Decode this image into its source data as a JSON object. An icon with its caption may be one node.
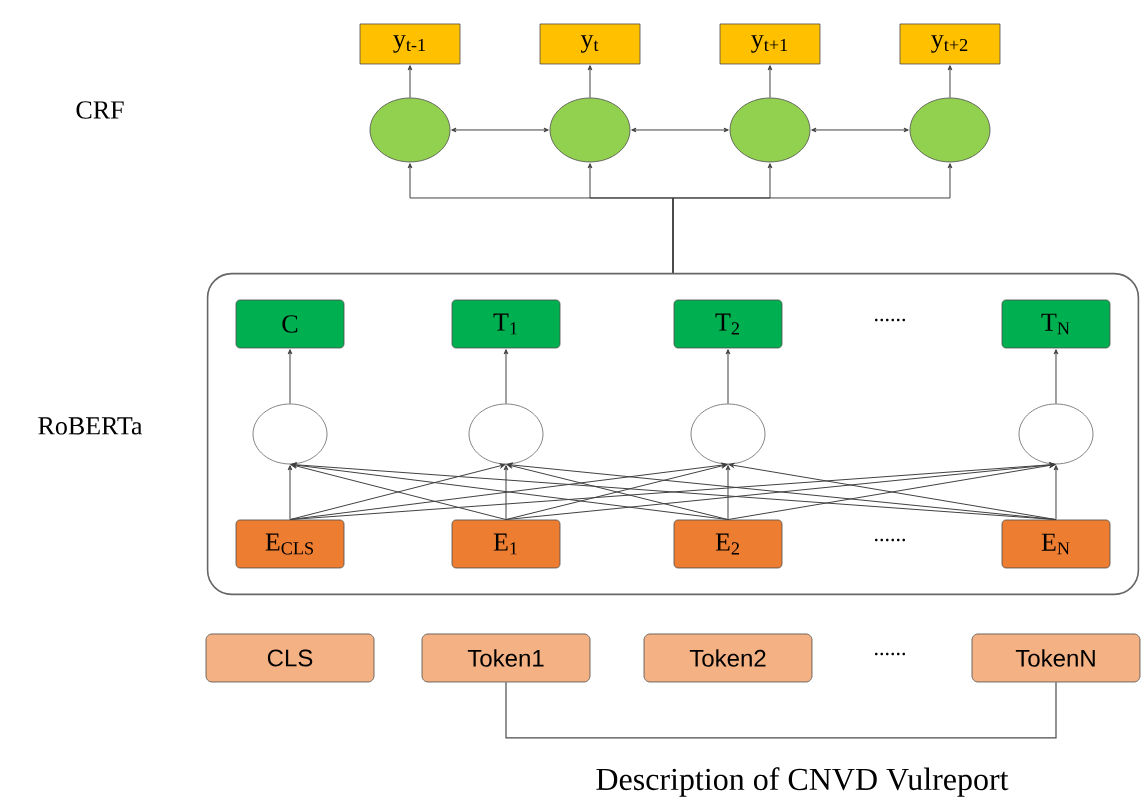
{
  "diagram": {
    "nodes": [
      {
        "text": [
          "y$_{t-1}$"
        ]
      },
      {
        "text": [
          "y$_{t}$"
        ]
      },
      {
        "text": [
          "y$_{t+1}$"
        ]
      },
      {
        "text": [
          "y$_{t+2}$"
        ]
      },
      {
        "text": [],
        "shape": "circle"
      },
      {
        "text": [],
        "shape": "circle"
      },
      {
        "text": [],
        "shape": "circle"
      },
      {
        "text": [],
        "shape": "circle"
      },
      {
        "text": [],
        "shape": "box"
      },
      {
        "text": [
          "C"
        ],
        "in": 8
      },
      {
        "text": [
          "T$_{1}$"
        ],
        "in": 8
      },
      {
        "text": [
          "T$_{2}$"
        ],
        "in": 8
      },
      {
        "text": [
          "T$_{N}$"
        ],
        "in": 8
      },
      {
        "text": [],
        "shape": "circle",
        "in": 8
      },
      {
        "text": [],
        "shape": "circle",
        "in": 8
      },
      {
        "text": [],
        "shape": "circle",
        "in": 8
      },
      {
        "text": [],
        "shape": "circle",
        "in": 8
      },
      {
        "text": [
          "E$_{CLS}$"
        ],
        "in": 8
      },
      {
        "text": [
          "E$_{1}$"
        ],
        "in": 8
      },
      {
        "text": [
          "E$_{2}$"
        ],
        "in": 8
      },
      {
        "text": [
          "E$_{N}$"
        ],
        "in": 8
      },
      {
        "text": [
          "CLS"
        ]
      },
      {
        "text": [
          "Token1"
        ]
      },
      {
        "text": [
          "Token2"
        ]
      },
      {
        "text": [
          "TokenN"
        ]
      }
    ],
    "edges": [
      {
        "from": 4,
        "to": 0,
        "arrow": "to"
      },
      {
        "from": 5,
        "to": 1,
        "arrow": "to"
      },
      {
        "from": 6,
        "to": 2,
        "arrow": "to"
      },
      {
        "from": 7,
        "to": 3,
        "arrow": "to"
      },
      {
        "from": 4,
        "to": 5,
        "arrow": "both"
      },
      {
        "from": 5,
        "to": 6,
        "arrow": "both"
      },
      {
        "from": 6,
        "to": 7,
        "arrow": "both"
      },
      {
        "from": 8,
        "to": 4,
        "arrow": "to"
      },
      {
        "from": 8,
        "to": 5,
        "arrow": "to"
      },
      {
        "from": 8,
        "to": 6,
        "arrow": "to"
      },
      {
        "from": 8,
        "to": 7,
        "arrow": "to"
      },
      {
        "from": 13,
        "to": 9,
        "arrow": "to"
      },
      {
        "from": 14,
        "to": 10,
        "arrow": "to"
      },
      {
        "from": 15,
        "to": 11,
        "arrow": "to"
      },
      {
        "from": 16,
        "to": 12,
        "arrow": "to"
      },
      {
        "from": 17,
        "to": 13,
        "arrow": "to"
      },
      {
        "from": 17,
        "to": 14,
        "arrow": "to"
      },
      {
        "from": 17,
        "to": 15,
        "arrow": "to"
      },
      {
        "from": 17,
        "to": 16,
        "arrow": "to"
      },
      {
        "from": 18,
        "to": 13,
        "arrow": "to"
      },
      {
        "from": 18,
        "to": 14,
        "arrow": "to"
      },
      {
        "from": 18,
        "to": 15,
        "arrow": "to"
      },
      {
        "from": 18,
        "to": 16,
        "arrow": "to"
      },
      {
        "from": 19,
        "to": 13,
        "arrow": "to"
      },
      {
        "from": 19,
        "to": 14,
        "arrow": "to"
      },
      {
        "from": 19,
        "to": 15,
        "arrow": "to"
      },
      {
        "from": 19,
        "to": 16,
        "arrow": "to"
      },
      {
        "from": 20,
        "to": 13,
        "arrow": "to"
      },
      {
        "from": 20,
        "to": 14,
        "arrow": "to"
      },
      {
        "from": 20,
        "to": 15,
        "arrow": "to"
      },
      {
        "from": 20,
        "to": 16,
        "arrow": "to"
      }
    ],
    "labels": [
      "CRF",
      "RoBERTa",
      "......",
      "......",
      "......",
      "Description of CNVD Vulreport"
    ]
  }
}
